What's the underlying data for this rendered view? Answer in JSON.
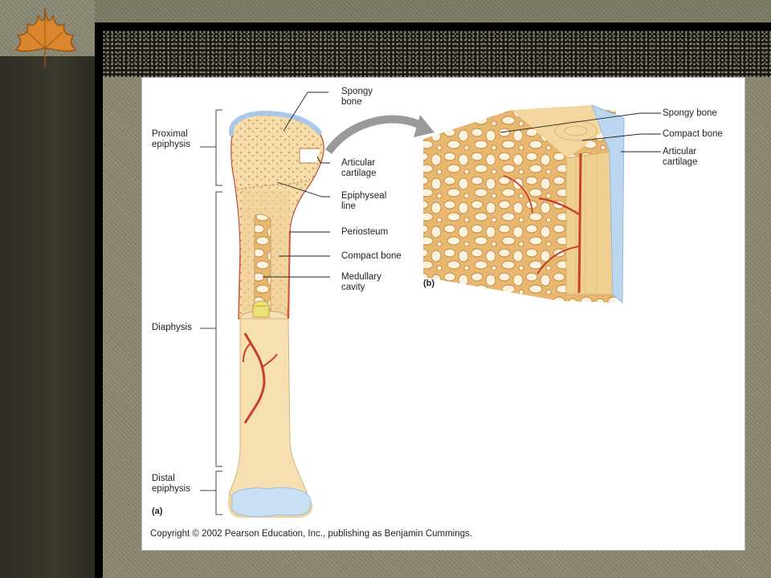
{
  "figure": {
    "panel_a": "(a)",
    "panel_b": "(b)",
    "left_labels": {
      "proximal_epiphysis": "Proximal\nepiphysis",
      "diaphysis": "Diaphysis",
      "distal_epiphysis": "Distal\nepiphysis"
    },
    "right_labels_a": {
      "spongy_bone": "Spongy\nbone",
      "articular_cartilage": "Articular\ncartilage",
      "epiphyseal_line": "Epiphyseal\nline",
      "periosteum": "Periosteum",
      "compact_bone": "Compact bone",
      "medullary_cavity": "Medullary\ncavity"
    },
    "right_labels_b": {
      "spongy_bone": "Spongy bone",
      "compact_bone": "Compact bone",
      "articular_cartilage": "Articular\ncartilage"
    },
    "copyright": "Copyright © 2002 Pearson Education, Inc., publishing as Benjamin Cummings."
  },
  "colors": {
    "bone": "#f3d9a4",
    "spongy": "#eec47e",
    "cartilage": "#b9d4ef",
    "vessel": "#c8402a",
    "slide_background": "#8a8672"
  }
}
